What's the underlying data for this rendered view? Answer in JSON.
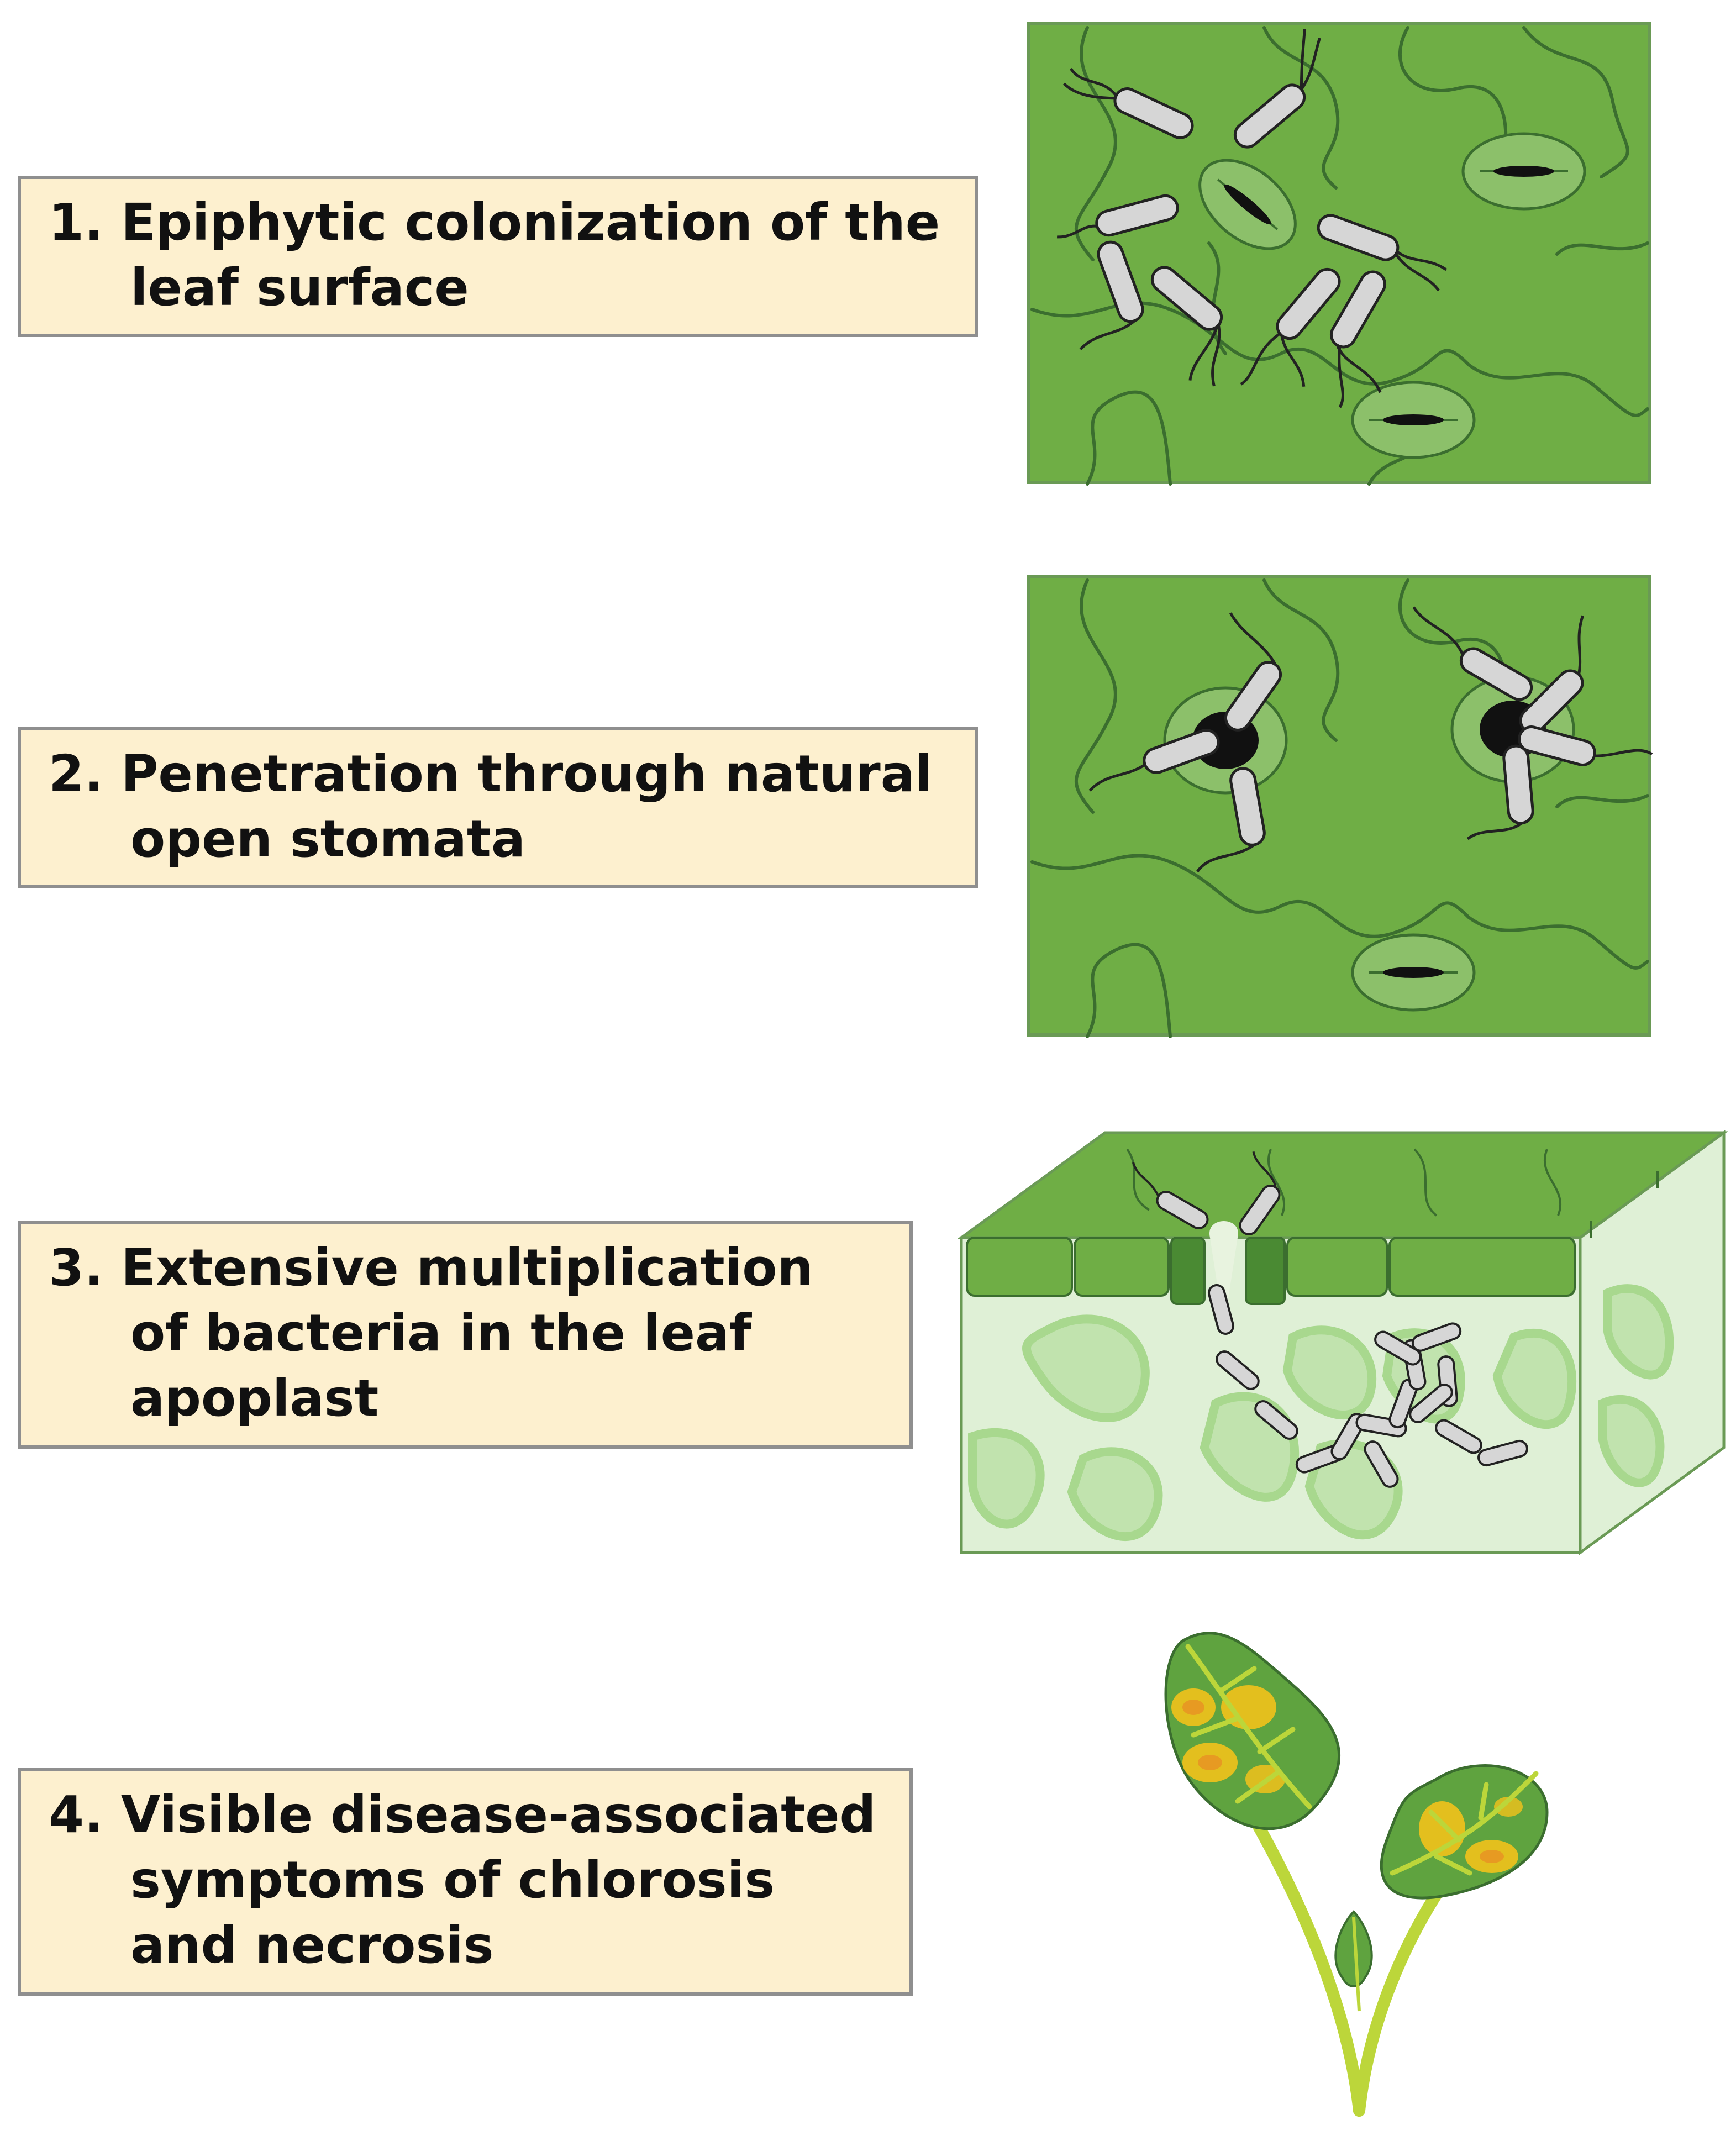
{
  "steps": [
    {
      "number": "1.",
      "lines": [
        "Epiphytic colonization of the",
        "leaf surface"
      ]
    },
    {
      "number": "2.",
      "lines": [
        "Penetration through natural",
        "open stomata"
      ]
    },
    {
      "number": "3.",
      "lines": [
        "Extensive multiplication",
        "of bacteria in the leaf",
        "apoplast"
      ]
    },
    {
      "number": "4.",
      "lines": [
        "Visible disease-associated",
        "symptoms of chlorosis",
        "and necrosis"
      ]
    }
  ],
  "colors": {
    "leaf_green": "#6fae45",
    "dark_line": "#3b6e2f",
    "stoma_green": "#8cc06a",
    "bacteria_fill": "#d6d6d6",
    "box_fill": "#fdf0cf",
    "box_border": "#8f8f8f",
    "mesophyll": "#dff0d6",
    "chlorosis_yellow": "#f2c21b",
    "necrosis_orange": "#e79a22",
    "stem_green": "#bcd63a"
  }
}
